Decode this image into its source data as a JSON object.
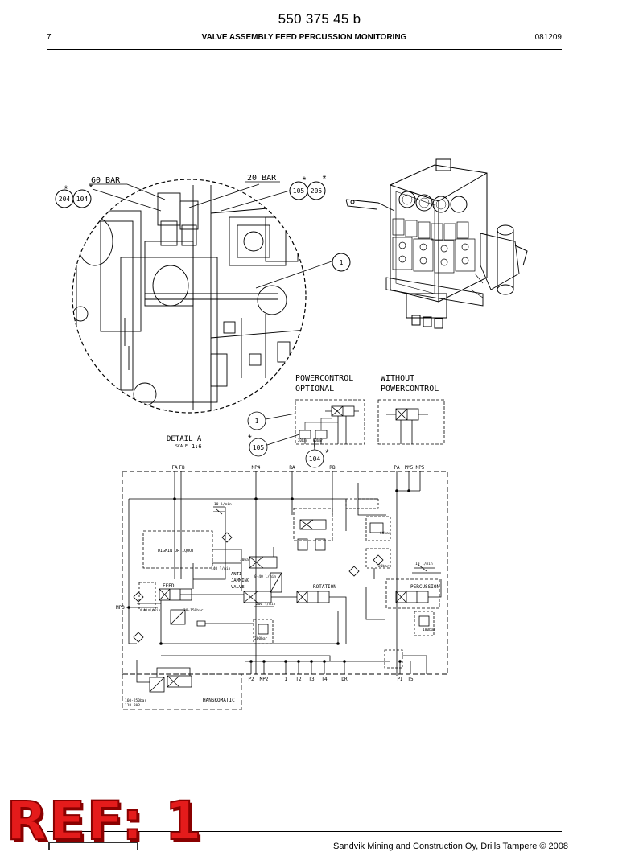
{
  "header": {
    "doc_number": "550 375 45 b",
    "page_number": "7",
    "title": "VALVE ASSEMBLY FEED PERCUSSION MONITORING",
    "date": "081209"
  },
  "detail": {
    "bar_60": "60 BAR",
    "bar_20": "20 BAR",
    "callout_204": "204",
    "callout_104": "104",
    "callout_105": "105",
    "callout_205": "205",
    "callout_1": "1",
    "detail_label": "DETAIL A",
    "scale_label": "SCALE",
    "scale_value": "1:6"
  },
  "powercontrol": {
    "optional_line1": "POWERCONTROL",
    "optional_line2": "OPTIONAL",
    "without_line1": "WITHOUT",
    "without_line2": "POWERCONTROL",
    "callout_1": "1",
    "callout_105": "105",
    "callout_104": "104",
    "bar_a": "20bar",
    "bar_b": "60bar"
  },
  "schematic": {
    "top_ports": [
      "FA",
      "FB",
      "MP4",
      "RA",
      "RB",
      "PA",
      "PM5",
      "MP5"
    ],
    "bottom_ports": [
      "P2",
      "MP2",
      "1",
      "T2",
      "T3",
      "T4",
      "DR",
      "PI",
      "T5"
    ],
    "mp3": "MP3",
    "feed": "FEED",
    "rotation": "ROTATION",
    "percussion": "PERCUSSION",
    "anti_line1": "ANTI-",
    "anti_line2": "JAMMING",
    "anti_line3": "VALVE",
    "pilot_box": "DIGMIN OR IQUOT",
    "hanskomatic": "HANSKOMATIC",
    "flow_10": "10 l/min",
    "flow_140": "140 l/min",
    "flow_200": "200 l/min",
    "flow_0_40": "0-40 l/min",
    "bar_30": "30bar",
    "bar_30_150": "30-150bar",
    "bar_200": "200bar",
    "bar_180": "180bar",
    "bar_60": "60bar",
    "bar_20": "20bar",
    "bottom_note_1": "160-250bar",
    "bottom_note_2": "118 BAR"
  },
  "footer": {
    "ref_stamp": "REF: 1",
    "copyright": "Sandvik Mining and Construction Oy, Drills Tampere © 2008"
  }
}
